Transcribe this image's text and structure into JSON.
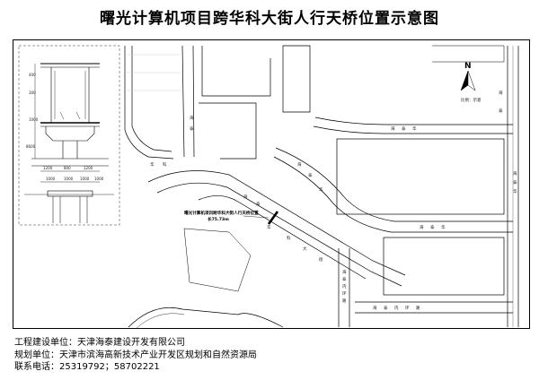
{
  "title": "曙光计算机项目跨华科大街人行天桥位置示意图",
  "north": {
    "letter": "N",
    "scale": "比例：示意"
  },
  "callout": {
    "line1": "曙光计算机项目跨华科大街人行天桥位置",
    "line2": "长75.73m"
  },
  "roads": {
    "a_1": "海",
    "a_2": "泰",
    "a_3": "华",
    "a_4": "科",
    "b_1": "海",
    "b_2": "泰",
    "b_3": "华",
    "b_4": "科",
    "b_5": "大",
    "b_6": "街",
    "c_1": "海",
    "c_2": "泰",
    "c_3": "华",
    "v_1": "海",
    "v_2": "泰",
    "bt_1": "海",
    "bt_2": "泰",
    "bt_3": "华",
    "bt_4": "海",
    "bt_5": "泰",
    "bt_6": "华",
    "mid_1": "海",
    "mid_2": "泰",
    "mid_3": "华",
    "low_1": "海",
    "low_2": "泰",
    "low_3": "内",
    "low_4": "环",
    "low_5": "路",
    "bottom_1": "海",
    "bottom_2": "泰",
    "bottom_3": "内",
    "bottom_4": "环",
    "bottom_5": "路"
  },
  "section_dims": [
    "1200",
    "800",
    "1200",
    "1000",
    "1000",
    "1000",
    "1000"
  ],
  "section_side": [
    "400",
    "300",
    "1000",
    "8600"
  ],
  "footer": {
    "builder_label": "工程建设单位：",
    "builder": "天津海泰建设开发有限公司",
    "planner_label": "规划单位：",
    "planner": "天津市滨海高新技术产业开发区规划和自然资源局",
    "contact_label": "联系电话：",
    "contact": "25319792；58702221"
  },
  "colors": {
    "line": "#000000",
    "bridge": "#000000",
    "grid": "#c8c8c8"
  }
}
